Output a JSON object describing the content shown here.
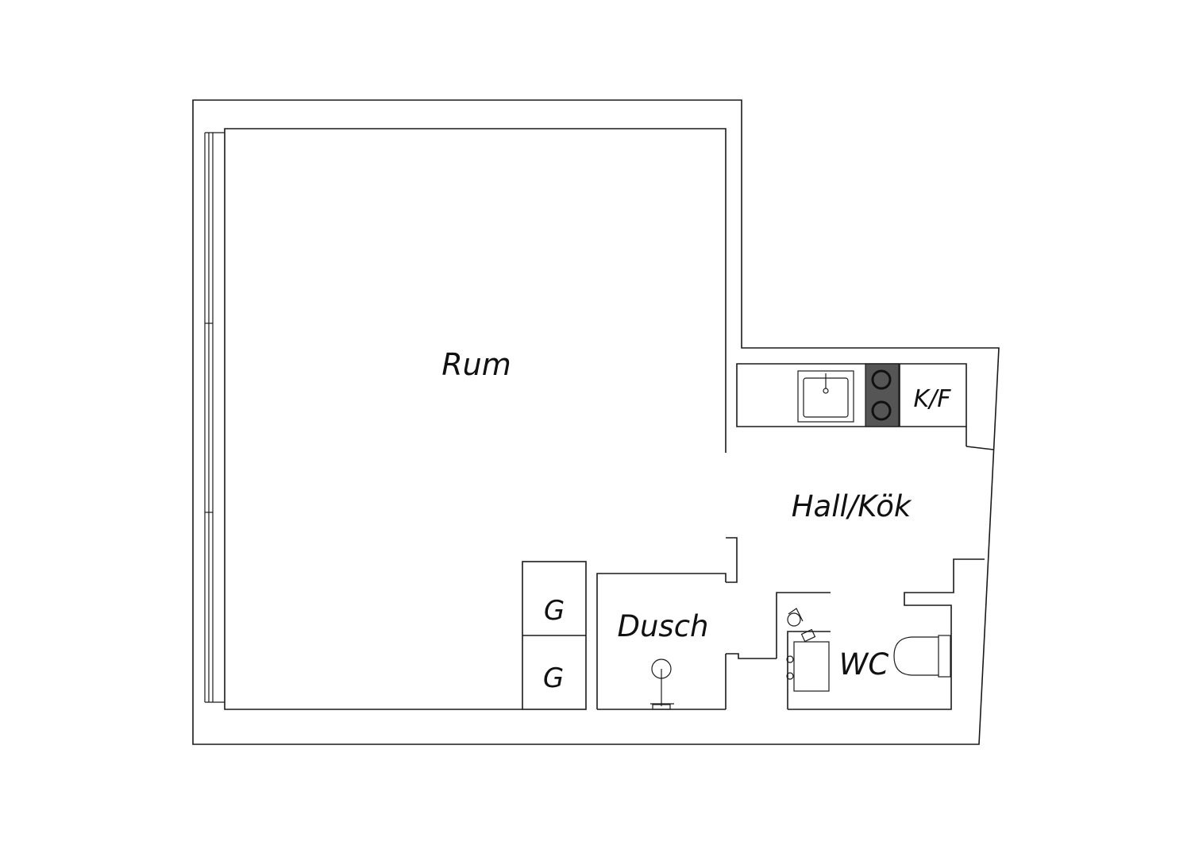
{
  "floorplan": {
    "rooms": {
      "rum": "Rum",
      "hall_kok": "Hall/Kök",
      "dusch": "Dusch",
      "wc": "WC",
      "kf": "K/F",
      "garderob_1": "G",
      "garderob_2": "G"
    },
    "colors": {
      "line": "#1a1a1a",
      "background": "#ffffff",
      "stove": "#555555"
    },
    "icons": [
      "sink-icon",
      "stove-icon",
      "shower-icon",
      "toilet-icon",
      "washbasin-icon",
      "window-icon"
    ]
  }
}
